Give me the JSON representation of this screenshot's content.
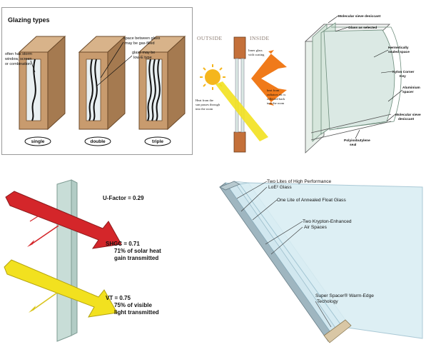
{
  "glazing": {
    "title": "Glazing types",
    "storm_note": [
      "often has storm",
      "window, screen",
      "or combination"
    ],
    "space_note": [
      "space between glass",
      "may be gas-filled"
    ],
    "lowe_note": [
      "glass may be",
      "low-E type"
    ],
    "labels": [
      "single",
      "double",
      "triple"
    ]
  },
  "heat": {
    "outside": "OUTSIDE",
    "inside": "INSIDE",
    "inner_glass": [
      "Inner glass",
      "with coating"
    ],
    "heat_from_sun": [
      "Heat from the",
      "sun passes through",
      "into the room"
    ],
    "heat_from_radiators": [
      "heat from",
      "radiators etc is",
      "reflected back",
      "into the room"
    ]
  },
  "unit": {
    "labels": [
      "Molecular sieve desiccant",
      "Glass as selected",
      "Hermetically",
      "sealed space",
      "Nylon Corner",
      "Key",
      "Aluminium",
      "spacer",
      "Molecular sieve",
      "desiccant",
      "Polyisobutylene",
      "seal"
    ]
  },
  "ratings": {
    "ufactor": "U-Factor = 0.29",
    "shgc_title": "SHGC = 0.71",
    "shgc_desc": [
      "71% of solar heat",
      "gain transmitted"
    ],
    "vt_title": "VT = 0.75",
    "vt_desc": [
      "75% of visible",
      "light transmitted"
    ]
  },
  "triple": {
    "l1": [
      "Two Lites of High Performance",
      "LoE² Glass"
    ],
    "l2": "One Lite of Annealed Float Glass",
    "l3": [
      "Two Krypton-Enhanced",
      "Air Spaces"
    ],
    "l4": [
      "Super Spacer® Warm-Edge",
      "Techology"
    ]
  },
  "colors": {
    "frame_wood": "#c89b6e",
    "frame_dark": "#a57a50",
    "glass": "#dbe9e4",
    "glass_blue": "#cfe6ef",
    "red_arrow": "#d4262a",
    "yellow_arrow": "#f2e11f",
    "orange_arrow": "#f07a1a",
    "sun": "#f5b61d"
  }
}
